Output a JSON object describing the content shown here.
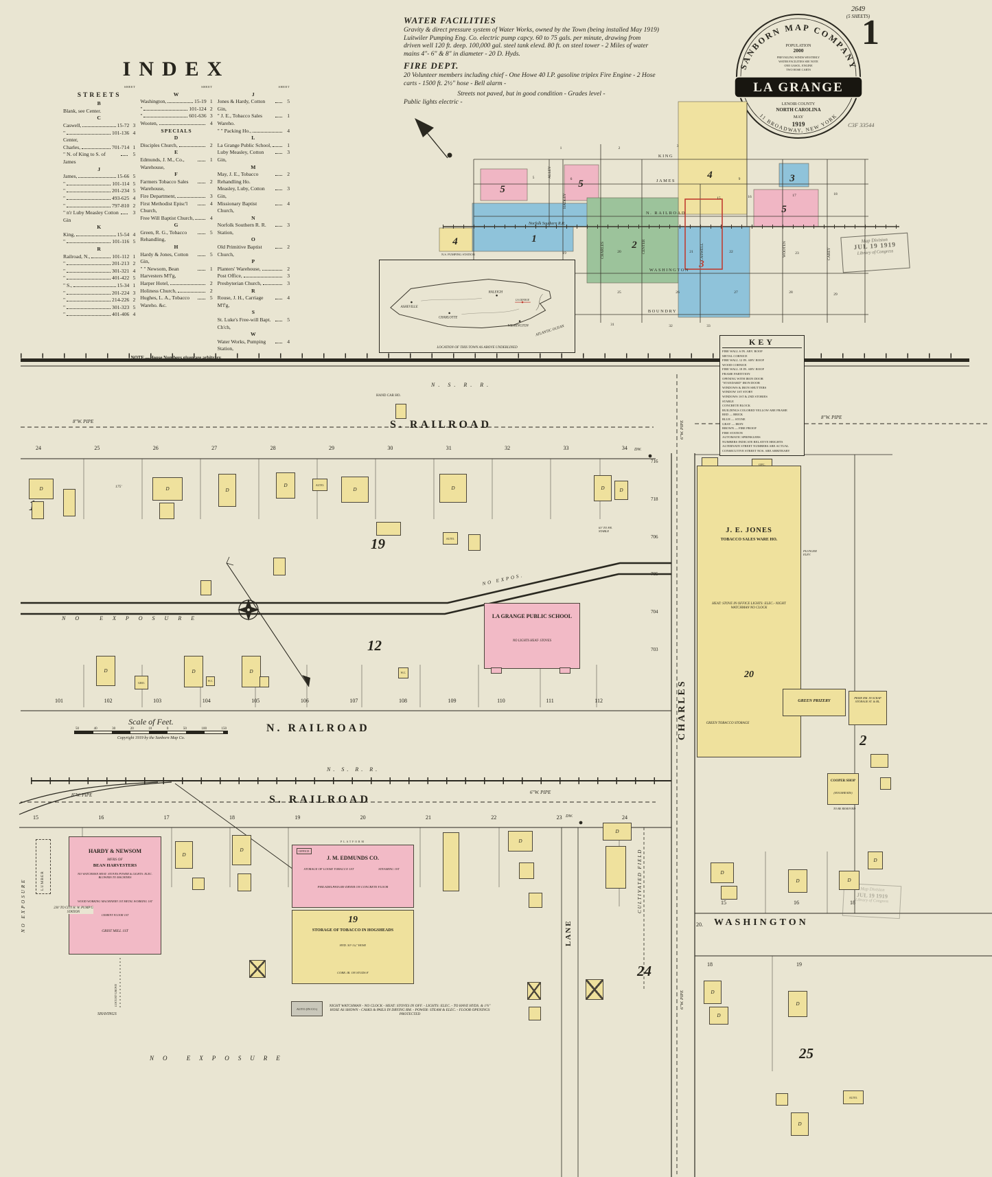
{
  "sheet": {
    "plate": "2649",
    "sheets_note": "(5 SHEETS)",
    "number": "1",
    "catalog": "C3F 33544"
  },
  "stamp": {
    "division": "Map Division",
    "date": "JUL 19 1919",
    "library": "Library of Congress"
  },
  "logo": {
    "company": "SANBORN MAP COMPANY",
    "population_label": "POPULATION",
    "population_value": "2000",
    "fact1": "PREVAILING WINDS WESTERLY",
    "fact2": "WATER FACILITIES SEE NOTE",
    "fact3": "ONE GASOL. ENGINE",
    "fact4": "TWO HOSE CARTS",
    "city": "LA GRANGE",
    "county": "LENOIR COUNTY",
    "state": "NORTH CAROLINA",
    "month": "MAY",
    "year": "1919",
    "address": "11 BROADWAY, NEW YORK"
  },
  "notes": {
    "water_title": "WATER FACILITIES",
    "water_text": "Gravity & direct pressure system of Water Works, owned by the Town (being installed May 1919)  Luitwiler Pumping Eng. Co. electric pump capcy. 60 to 75 gals. per minute, drawing from driven well 120 ft. deep. 100,000 gal. steel tank elevd. 80 ft. on steel tower - 2 Miles of water mains 4\"- 6\" & 8\" in diameter - 20 D. Hyds.",
    "fire_title": "FIRE DEPT.",
    "fire_text": "20 Volunteer members including chief - One Howe 40 I.P. gasoline triplex Fire Engine - 2 Hose carts - 1500 ft. 2½\" hose - Bell alarm -",
    "streets_note": "Streets not paved, but in good condition - Grades level -",
    "lights_note": "Public lights electric -"
  },
  "index": {
    "title": "INDEX",
    "streets_header": "STREETS",
    "sheet_header": "SHEET",
    "note": "NOTE.—House Numbers given are arbitrary.",
    "col1": [
      {
        "h": "B"
      },
      {
        "n": "Blank, see Center."
      },
      {
        "h": "C"
      },
      {
        "n": "Caswell,",
        "p": "15-72",
        "s": "3"
      },
      {
        "n": "\"",
        "p": "101-136",
        "s": "4"
      },
      {
        "n": "Center,"
      },
      {
        "n": "Charles,",
        "p": "701-714",
        "s": "1"
      },
      {
        "n": "\"  N. of King to S. of James",
        "s": "5"
      },
      {
        "h": "J"
      },
      {
        "n": "James,",
        "p": "15-66",
        "s": "5"
      },
      {
        "n": "\"",
        "p": "101-114",
        "s": "5"
      },
      {
        "n": "\"",
        "p": "201-234",
        "s": "5"
      },
      {
        "n": "\"",
        "p": "493-625",
        "s": "4"
      },
      {
        "n": "\"",
        "p": "797-810",
        "s": "2"
      },
      {
        "n": "\"  n'r Luby Measley Cotton Gin",
        "s": "3"
      },
      {
        "h": "K"
      },
      {
        "n": "King,",
        "p": "15-54",
        "s": "4"
      },
      {
        "n": "\"",
        "p": "101-116",
        "s": "5"
      },
      {
        "h": "R"
      },
      {
        "n": "Railroad, N.,",
        "p": "101-112",
        "s": "1"
      },
      {
        "n": "\"",
        "p": "201-213",
        "s": "2"
      },
      {
        "n": "\"",
        "p": "301-321",
        "s": "4"
      },
      {
        "n": "\"",
        "p": "401-422",
        "s": "5"
      },
      {
        "n": "\"  S.,",
        "p": "15-34",
        "s": "1"
      },
      {
        "n": "\"",
        "p": "201-224",
        "s": "3"
      },
      {
        "n": "\"",
        "p": "214-226",
        "s": "2"
      },
      {
        "n": "\"",
        "p": "301-323",
        "s": "5"
      },
      {
        "n": "\"",
        "p": "401-406",
        "s": "4"
      }
    ],
    "col2": [
      {
        "h": "W"
      },
      {
        "n": "Washington,",
        "p": "15-19",
        "s": "1"
      },
      {
        "n": "\"",
        "p": "101-124",
        "s": "2"
      },
      {
        "n": "\"",
        "p": "601-636",
        "s": "3"
      },
      {
        "n": "Wooten,",
        "s": "4"
      },
      {
        "h": "SPECIALS"
      },
      {
        "h": "D"
      },
      {
        "n": "Disciples Church,",
        "s": "2"
      },
      {
        "h": "E"
      },
      {
        "n": "Edmunds, J. M., Co., Warehouse,",
        "s": "1"
      },
      {
        "h": "F"
      },
      {
        "n": "Farmers Tobacco Sales Warehouse,",
        "s": "2"
      },
      {
        "n": "Fire Department,",
        "s": "3"
      },
      {
        "n": "First Methodist Episc'l Church,",
        "s": "4"
      },
      {
        "n": "Free Will Baptist Church,",
        "s": "4"
      },
      {
        "h": "G"
      },
      {
        "n": "Green, R. G., Tobacco Rehandling,",
        "s": "5"
      },
      {
        "h": "H"
      },
      {
        "n": "Hardy & Jones, Cotton Gin,",
        "s": "5"
      },
      {
        "n": "\" \" Newsom, Bean Harvesters M'f'g,",
        "s": "1"
      },
      {
        "n": "Harper Hotel,",
        "s": "2"
      },
      {
        "n": "Holiness Church,",
        "s": "2"
      },
      {
        "n": "Hughes, L. A., Tobacco Wareho. &c.",
        "s": "5"
      }
    ],
    "col3": [
      {
        "h": "J"
      },
      {
        "n": "Jones & Hardy, Cotton Gin,",
        "s": "5"
      },
      {
        "n": "\"  J. E., Tobacco Sales Wareho.",
        "s": "1"
      },
      {
        "n": "\"  \"  Packing Ho.,",
        "s": "4"
      },
      {
        "h": "L"
      },
      {
        "n": "La Grange Public School,",
        "s": "1"
      },
      {
        "n": "Luby Measley, Cotton Gin,",
        "s": "3"
      },
      {
        "h": "M"
      },
      {
        "n": "May, J. E., Tobacco Rehandling Ho.",
        "s": "2"
      },
      {
        "n": "Measley, Luby, Cotton Gin,",
        "s": "3"
      },
      {
        "n": "Missionary Baptist Church,",
        "s": "4"
      },
      {
        "h": "N"
      },
      {
        "n": "Norfolk Southern R. R. Station,",
        "s": "3"
      },
      {
        "h": "O"
      },
      {
        "n": "Old Primitive Baptist Church,",
        "s": "2"
      },
      {
        "h": "P"
      },
      {
        "n": "Planters' Warehouse,",
        "s": "2"
      },
      {
        "n": "Post Office,",
        "s": "3"
      },
      {
        "n": "Presbyterian Church,",
        "s": "3"
      },
      {
        "h": "R"
      },
      {
        "n": "Rouse, J. H., Carriage M'f'g,",
        "s": "4"
      },
      {
        "h": "S"
      },
      {
        "n": "St. Luke's Free-will Bapt. Ch'ch,",
        "s": "5"
      },
      {
        "h": "W"
      },
      {
        "n": "Water Works, Pumping Station,",
        "s": "4"
      }
    ]
  },
  "overview": {
    "railroad": "Norfolk Southern R.R.",
    "pumping": "N.S. PUMPING STATION",
    "streets_h": [
      "KING",
      "JAMES",
      "N. RAILROAD",
      "WASHINGTON",
      "BOUNDRY"
    ],
    "streets_v": [
      "ALLEY",
      "HADLEY",
      "CHARLES",
      "CENTER",
      "CASWELL",
      "WOOTEN",
      "CAREY"
    ],
    "blocks": {
      "pink_a": "5",
      "pink_b": "5",
      "yellow_big": "4",
      "blue_small": "3",
      "pink_c": "5",
      "blue_left": "1",
      "green": "2",
      "blue_right": "3",
      "yellow_small": "4"
    },
    "lots": [
      "19",
      "20",
      "21",
      "22",
      "23",
      "25",
      "26",
      "27",
      "28",
      "29",
      "31",
      "32",
      "33",
      "1",
      "2",
      "3",
      "5",
      "6",
      "9",
      "15",
      "16",
      "17",
      "18"
    ]
  },
  "inset": {
    "caption": "LOCATION OF THIS TOWN AS ABOVE UNDERLINED",
    "cities": [
      "ASHEVILLE",
      "CHARLOTTE",
      "RALEIGH",
      "WILMINGTON",
      "LA GRANGE"
    ],
    "ocean": "ATLANTIC OCEAN"
  },
  "key": {
    "title": "KEY",
    "entries": [
      "FIRE WALL 6 IN. ABV. ROOF",
      "METAL CORNICE",
      "FIRE WALL 12 IN. ABV. ROOF",
      "WOOD CORNICE",
      "FIRE WALL 18 IN. ABV. ROOF",
      "FRAME PARTITION",
      "OPENING WITH IRON DOOR",
      "\"STANDARD\" IRON DOOR",
      "WINDOWS & IRON SHUTTERS",
      "WINDOW 1ST STORY",
      "WINDOWS 1ST & 2ND STORIES",
      "STABLE",
      "CONCRETE BLOCK",
      "BUILDINGS COLORED YELLOW ARE FRAME",
      "RED — BRICK",
      "BLUE — STONE",
      "GRAY — IRON",
      "BROWN — FIRE PROOF",
      "FIRE STATION",
      "AUTOMATIC SPRINKLERS",
      "NUMBERS INDICATE RELATIVE HEIGHTS",
      "ALTERNATE STREET NUMBERS ARE ACTUAL",
      "CONSECUTIVE STREET NOS. ARE ARBITRARY"
    ]
  },
  "map": {
    "dwelling_label": "D",
    "auto_label": "AUTO.",
    "wc_label": "W.C.",
    "gro_label": "GRO.",
    "ofc_label": "OFC.",
    "dw_label": "DW.",
    "hand_car": "HAND CAR HO.",
    "rr": "N. S. R. R.",
    "pipes": {
      "p8": "8\"W. PIPE",
      "p6": "6\"W. PIPE"
    },
    "streets": {
      "s_railroad": "S. RAILROAD",
      "n_railroad": "N. RAILROAD",
      "charles": "CHARLES",
      "washington": "WASHINGTON",
      "lane": "LANE"
    },
    "no_exposure": "NO EXPOSURE",
    "no_expos": "NO EXPOS.",
    "cultivated_field": "CULTIVATED FIELD",
    "lumber": "LUMBER",
    "shavings": "SHAVINGS",
    "locust_grove": "LOCUST GROVE",
    "pump_note": "230' TO CITY H. W. PUMP'G STATION",
    "stable_note": "63' TO FR. STABLE",
    "dist_175": "175'",
    "lots_row1": [
      "24",
      "25",
      "26",
      "27",
      "28",
      "29",
      "30",
      "31",
      "32",
      "33",
      "34"
    ],
    "lots_row2": [
      "101",
      "102",
      "103",
      "104",
      "105",
      "106",
      "107",
      "108",
      "109",
      "110",
      "111",
      "112"
    ],
    "lots_row3": [
      "15",
      "16",
      "17",
      "18",
      "19",
      "20",
      "21",
      "22",
      "23",
      "24"
    ],
    "lots_charles": [
      "716",
      "718",
      "706",
      "705",
      "704",
      "703"
    ],
    "lots_right_upper": [
      "15",
      "16",
      "18"
    ],
    "lots_right_lower": [
      "18",
      "19"
    ],
    "lot_20": "20.",
    "blocks": {
      "b1a": "1",
      "b19a": "19",
      "b12": "12",
      "b1b": "1",
      "b24": "24",
      "b20": "20",
      "b2": "2",
      "b25": "25"
    },
    "buildings": {
      "school": {
        "name": "LA GRANGE PUBLIC SCHOOL",
        "note": "NO LIGHTS  HEAT- STOVES"
      },
      "jones": {
        "name": "J. E. JONES",
        "sub": "TOBACCO SALES WARE HO.",
        "note": "HEAT: STOVE IN OFFICE  LIGHTS: ELEC.- NIGHT WATCHMAN  NO CLOCK",
        "plunger": "PLUNGER ELEV.",
        "storage": "GREEN TOBACCO STORAGE"
      },
      "green_prizery": "GREEN PRIZERY",
      "prize_rm": "PRIZE RM. IN SCRAP STORAGE ST. & BL.",
      "cooper": {
        "name": "COOPER SHOP",
        "sub": "(HOGSHEADS)",
        "note": "TO BE REMOVED"
      },
      "hardy": {
        "name": "HARDY & NEWSOM",
        "sub1": "MFRS OF",
        "sub2": "BEAN HARVESTERS",
        "note1": "NO WATCHMAN  HEAT: STOVES  POWER & LIGHTS: ELEC.  BLOWERS TO MACHINES",
        "note2": "WOOD WORKING MACHINERY 1ST  METAL WORKING 1ST",
        "note3": "CEMENT FLOOR 1ST",
        "grist": "GRIST MILL 1ST"
      },
      "edmunds": {
        "name": "J. M. EDMUNDS CO.",
        "office": "OFFICE",
        "platform": "PLATFORM",
        "note1": "STORAGE OF LOOSE TOBACCO 1ST",
        "note2": "STEAMING 1ST",
        "note3": "PHILADELPHIA RE-DRYER ON CONCRETE FLOOR"
      },
      "storage19": {
        "block": "19",
        "name": "STORAGE OF TOBACCO IN HOGSHEADS",
        "note1": "HYD. 50'-1¾\" HOSE",
        "note2": "CORR. IR. ON STUDS 8'"
      },
      "auto_ho": "AUTO (IN CO.)"
    },
    "bottom_note": "NIGHT WATCHMAN - NO CLOCK - HEAT: STOVES IN OFF. - LIGHTS: ELEC. - TO HAVE HYDS. & 1¾\" HOSE AS SHOWN - CASKS & PAILS IN DRYING RM. - POWER: STEAM & ELEC. - FLOOR OPENINGS PROTECTED",
    "scale": {
      "title": "Scale of Feet.",
      "ticks": [
        "50",
        "40",
        "30",
        "20",
        "10",
        "0",
        "50",
        "100",
        "150"
      ],
      "copyright": "Copyright 1919 by the Sanborn Map Co."
    }
  }
}
